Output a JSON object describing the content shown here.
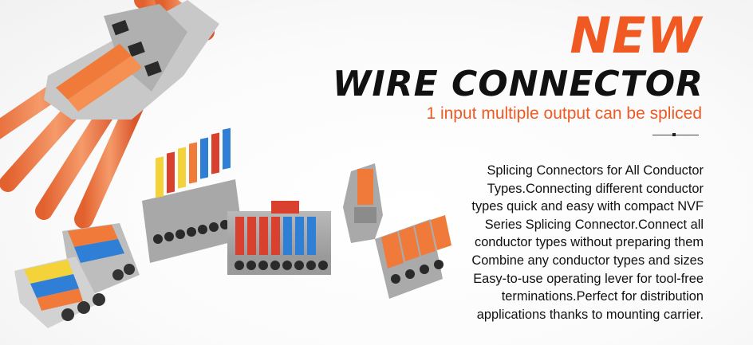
{
  "banner": {
    "headline_new": "NEW",
    "headline_product": "WIRE CONNECTOR",
    "tagline": "1 input multiple output can be spliced",
    "description_lines": [
      "Splicing Connectors for All Conductor",
      "Types.Connecting different conductor",
      "types quick and easy with compact NVF",
      "Series Splicing Connector.Connect all",
      "conductor types without preparing them",
      "Combine any conductor types and sizes",
      "Easy-to-use operating lever for tool-free",
      "terminations.Perfect for distribution",
      "applications thanks to mounting carrier."
    ]
  },
  "colors": {
    "accent_orange": "#f05a22",
    "text_dark": "#111111",
    "connector_grey": "#9c9c9c",
    "lever_orange": "#f07a3a",
    "lever_blue": "#2f7fd6",
    "lever_yellow": "#f3d23a",
    "lever_red": "#d9412e"
  }
}
